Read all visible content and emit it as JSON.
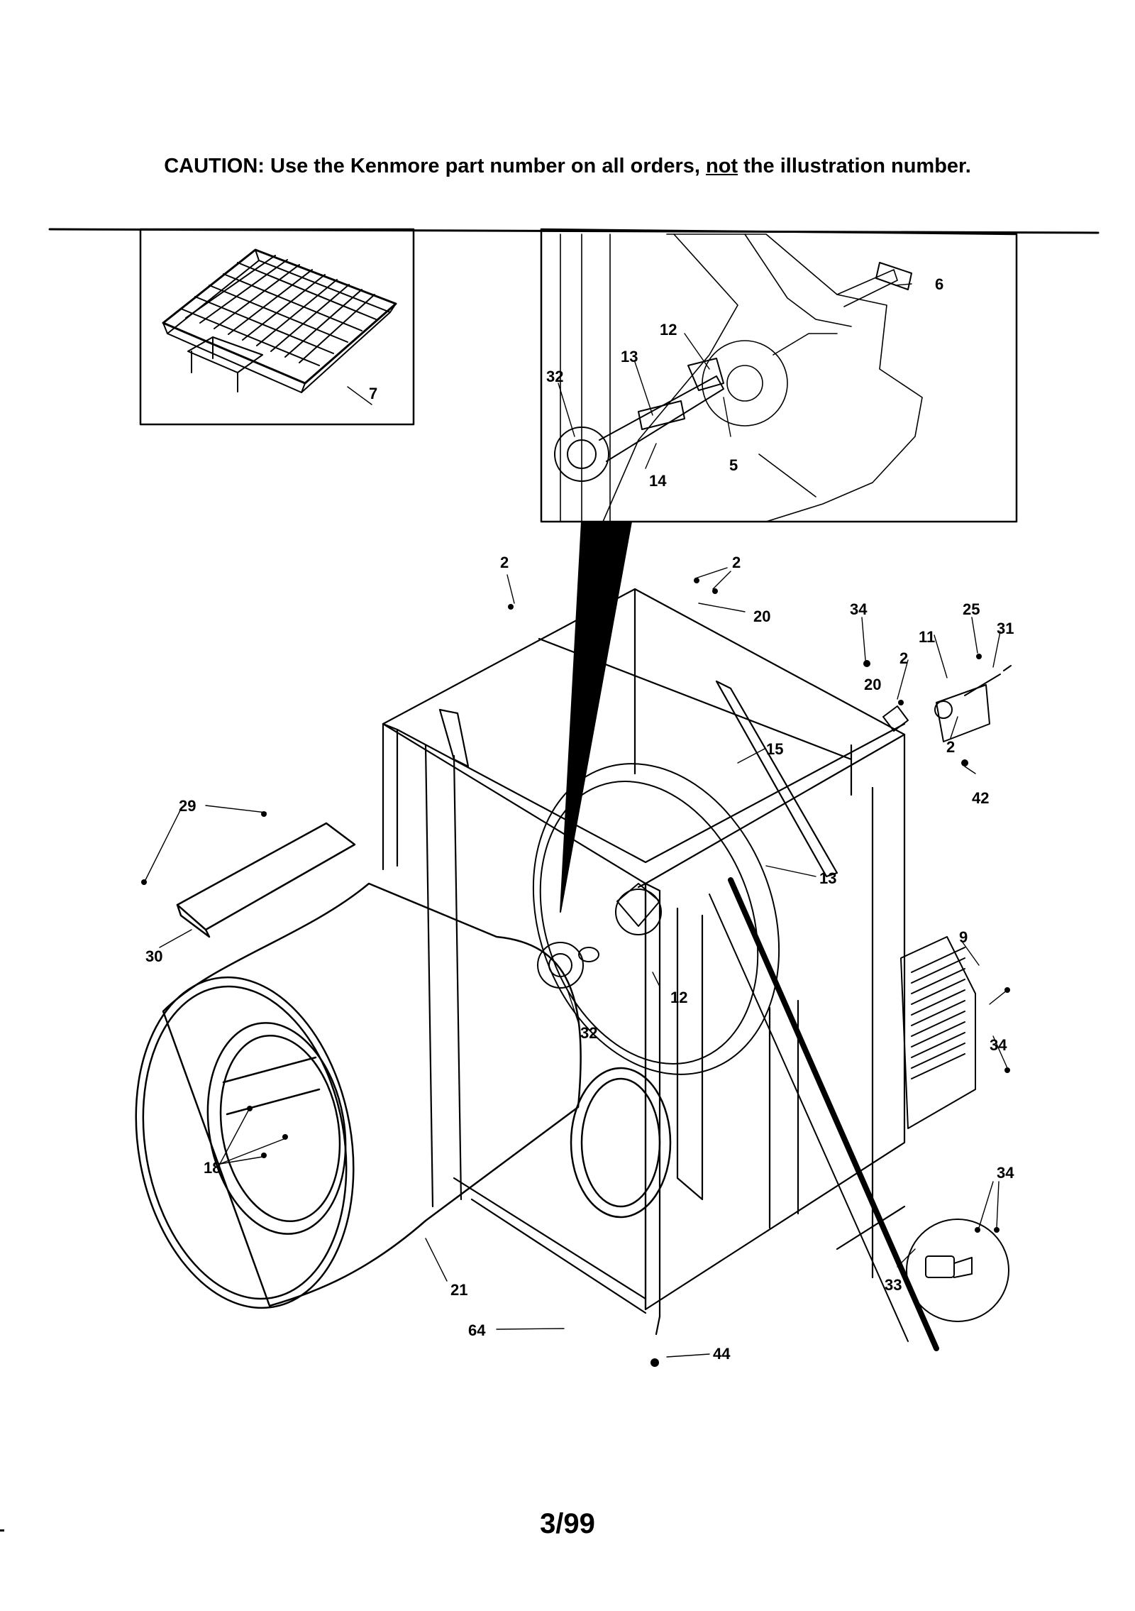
{
  "caption": {
    "prefix": "CAUTION: Use the Kenmore part number on all orders, ",
    "emphasis": "not",
    "suffix": " the illustration number."
  },
  "callouts": {
    "rack": "7",
    "inset": [
      "6",
      "12",
      "13",
      "32",
      "14",
      "5"
    ],
    "main": [
      "2",
      "2",
      "20",
      "34",
      "25",
      "11",
      "31",
      "2",
      "20",
      "2",
      "15",
      "42",
      "29",
      "13",
      "30",
      "9",
      "12",
      "32",
      "34",
      "18",
      "34",
      "33",
      "21",
      "64",
      "44"
    ]
  },
  "page_number": "3/99"
}
